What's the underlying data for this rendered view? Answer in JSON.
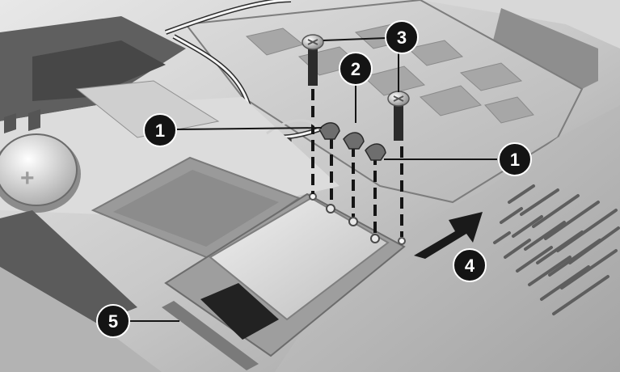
{
  "callouts": [
    {
      "id": "c1a",
      "label": "1"
    },
    {
      "id": "c1b",
      "label": "1"
    },
    {
      "id": "c2",
      "label": "2"
    },
    {
      "id": "c3",
      "label": "3"
    },
    {
      "id": "c4",
      "label": "4"
    },
    {
      "id": "c5",
      "label": "5"
    }
  ],
  "battery": {
    "symbol": "+"
  },
  "colors": {
    "chassis": "#b9b9b9",
    "chassis_dark": "#6f6f6f",
    "board": "#d6d6d6",
    "card": "#cfcfcf",
    "callout": "#141414",
    "leader": "#151515"
  }
}
